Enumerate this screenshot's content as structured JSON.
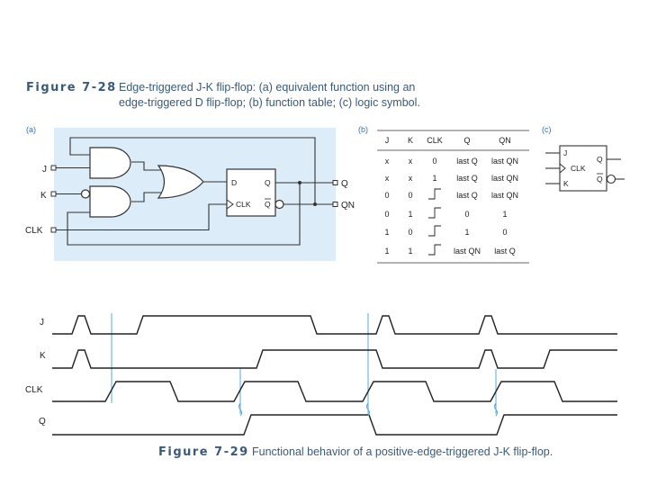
{
  "fig28": {
    "label": "Figure 7-28",
    "line1": "Edge-triggered J-K flip-flop: (a) equivalent function using an",
    "line2": "edge-triggered D flip-flop; (b) function table; (c) logic symbol."
  },
  "panel_a": {
    "tag": "(a)",
    "inputs": {
      "j": "J",
      "k": "K",
      "clk": "CLK"
    },
    "ff": {
      "d": "D",
      "q": "Q",
      "clk": "CLK",
      "qbar": "Q"
    },
    "outputs": {
      "q": "Q",
      "qn": "QN"
    }
  },
  "panel_b": {
    "tag": "(b)",
    "headers": [
      "J",
      "K",
      "CLK",
      "Q",
      "QN"
    ],
    "rows": [
      [
        "x",
        "x",
        "0",
        "last Q",
        "last QN"
      ],
      [
        "x",
        "x",
        "1",
        "last Q",
        "last QN"
      ],
      [
        "0",
        "0",
        "",
        "last Q",
        "last QN"
      ],
      [
        "0",
        "1",
        "",
        "0",
        "1"
      ],
      [
        "1",
        "0",
        "",
        "1",
        "0"
      ],
      [
        "1",
        "1",
        "",
        "last QN",
        "last Q"
      ]
    ]
  },
  "panel_c": {
    "tag": "(c)",
    "pins": {
      "j": "J",
      "clk": "CLK",
      "k": "K",
      "q": "Q",
      "qbar": "Q"
    }
  },
  "timing": {
    "signals": [
      "J",
      "K",
      "CLK",
      "Q"
    ]
  },
  "fig29": {
    "label": "Figure 7-29",
    "text": "Functional behavior of a positive-edge-triggered J-K flip-flop."
  },
  "colors": {
    "caption": "#3a5a78",
    "panel_bg": "#dcecf8",
    "cursor": "#5aa9d6"
  }
}
